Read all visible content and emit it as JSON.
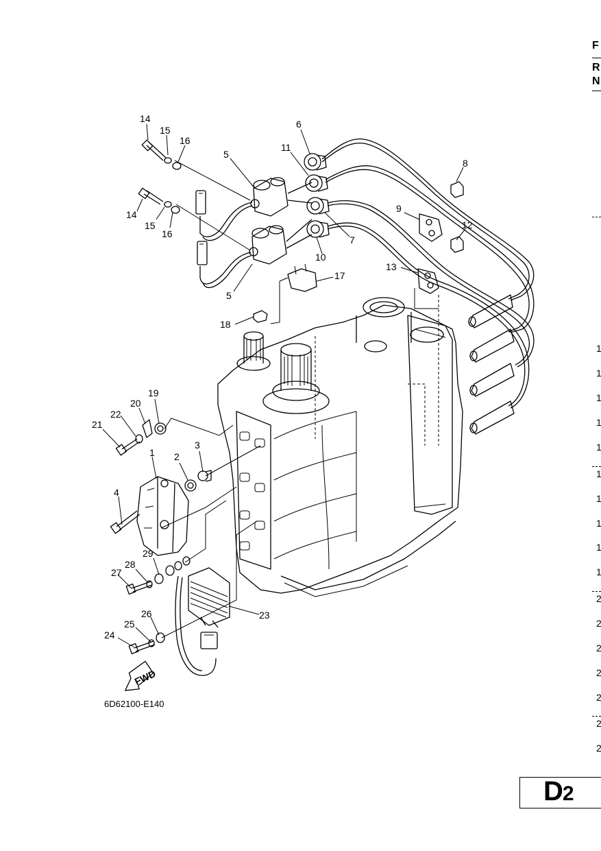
{
  "diagram": {
    "drawing_code": "6D62100-E140",
    "section_code": "D",
    "section_sub": "2",
    "fwd_label": "FWD",
    "callouts": [
      "1",
      "2",
      "3",
      "4",
      "5",
      "5",
      "6",
      "7",
      "8",
      "9",
      "10",
      "11",
      "12",
      "13",
      "14",
      "14",
      "15",
      "15",
      "16",
      "16",
      "17",
      "18",
      "19",
      "20",
      "21",
      "22",
      "23",
      "24",
      "25",
      "26",
      "27",
      "28",
      "29"
    ]
  },
  "right_column": {
    "header_letters": [
      "F",
      "R",
      "N"
    ],
    "row_digits": [
      "1",
      "1",
      "1",
      "1",
      "1",
      "1",
      "1",
      "1",
      "1",
      "1",
      "2",
      "2",
      "2",
      "2",
      "2",
      "2",
      "2"
    ]
  }
}
